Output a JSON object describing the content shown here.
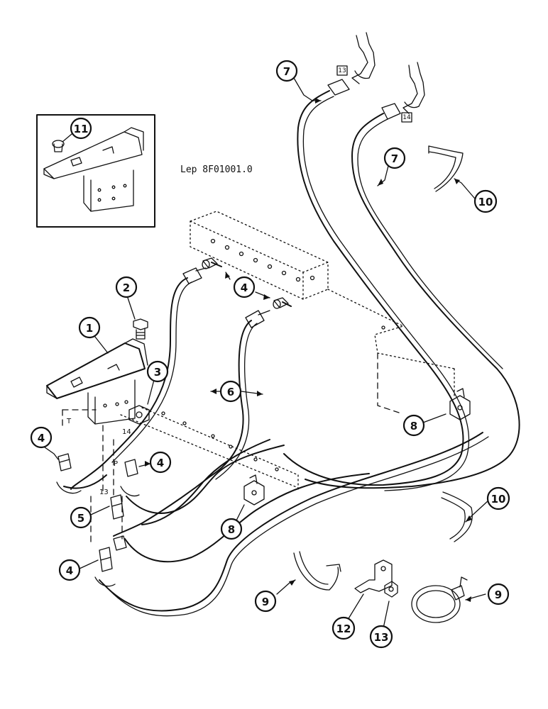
{
  "reference_code": "Lep 8F01001.0",
  "port_labels": {
    "t": "T",
    "p": "P",
    "n13": "13",
    "n14": "14"
  },
  "boxed_labels": {
    "b13": "13",
    "b14": "14"
  },
  "callouts": [
    {
      "id": "c11",
      "label": "11"
    },
    {
      "id": "c7a",
      "label": "7"
    },
    {
      "id": "c7b",
      "label": "7"
    },
    {
      "id": "c10a",
      "label": "10"
    },
    {
      "id": "c2",
      "label": "2"
    },
    {
      "id": "c4a",
      "label": "4"
    },
    {
      "id": "c1",
      "label": "1"
    },
    {
      "id": "c3",
      "label": "3"
    },
    {
      "id": "c6",
      "label": "6"
    },
    {
      "id": "c8a",
      "label": "8"
    },
    {
      "id": "c4b",
      "label": "4"
    },
    {
      "id": "c4c",
      "label": "4"
    },
    {
      "id": "c5",
      "label": "5"
    },
    {
      "id": "c8b",
      "label": "8"
    },
    {
      "id": "c10b",
      "label": "10"
    },
    {
      "id": "c4d",
      "label": "4"
    },
    {
      "id": "c9a",
      "label": "9"
    },
    {
      "id": "c12",
      "label": "12"
    },
    {
      "id": "c13",
      "label": "13"
    },
    {
      "id": "c9b",
      "label": "9"
    }
  ]
}
